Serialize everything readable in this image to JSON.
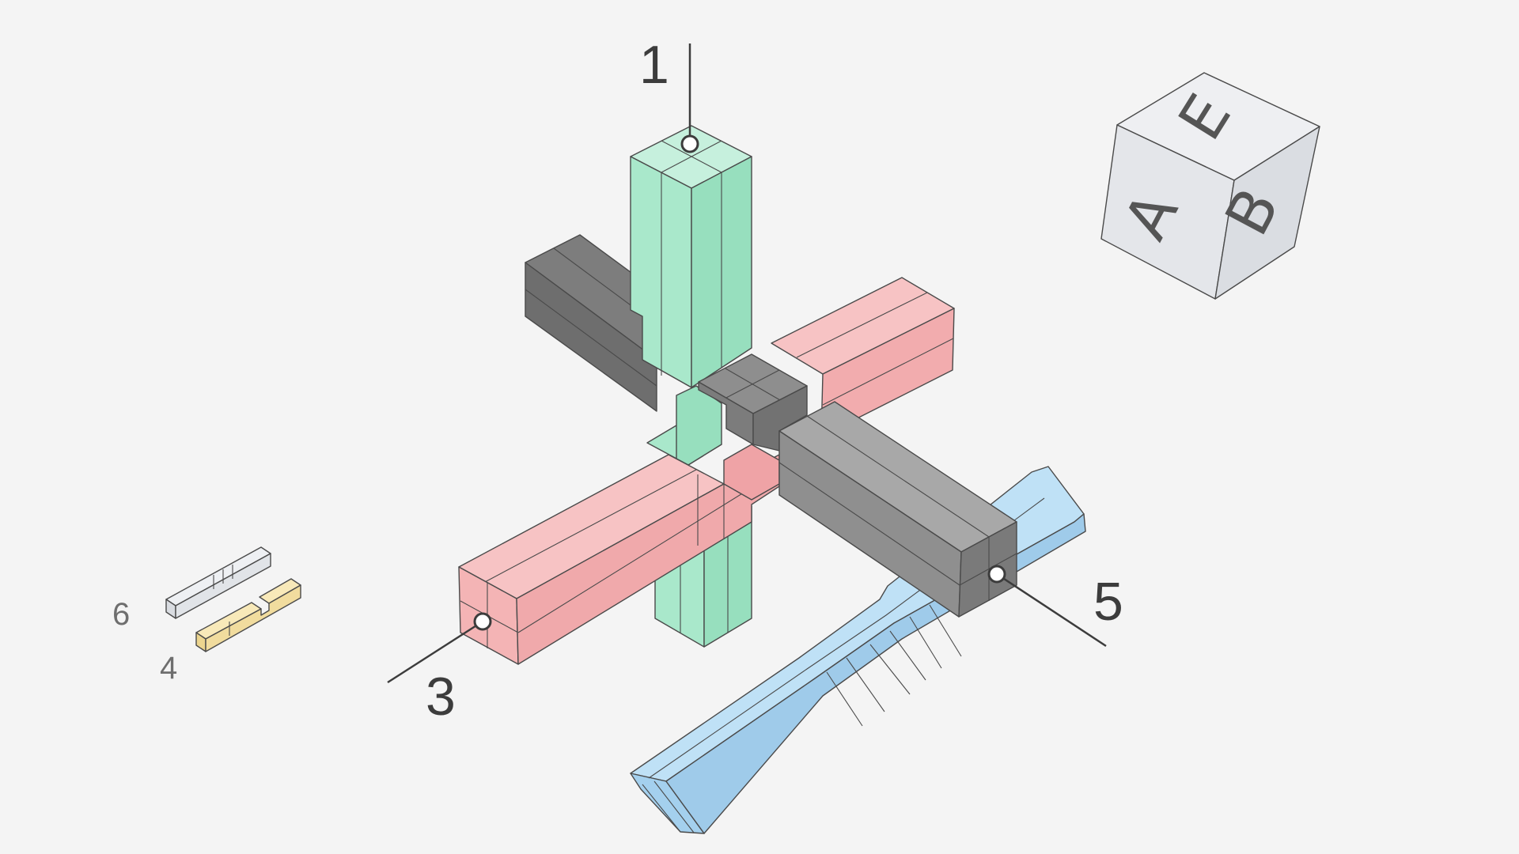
{
  "callouts": {
    "piece_1": "1",
    "piece_3": "3",
    "piece_5": "5"
  },
  "legend": {
    "piece_6": "6",
    "piece_4": "4"
  },
  "view_cube": {
    "face_front": "A",
    "face_right": "B",
    "face_top": "E"
  },
  "colors": {
    "background": "#f4f4f4",
    "piece_1_green": "#a4e6c8",
    "piece_3_red": "#f4b0b2",
    "piece_5_blue": "#a9d4ef",
    "piece_2_gray": "#8a8a8a",
    "piece_6_light_gray": "#e6e8ec",
    "piece_4_yellow": "#f5e2a6",
    "cube_face": "#e6e8ec"
  }
}
